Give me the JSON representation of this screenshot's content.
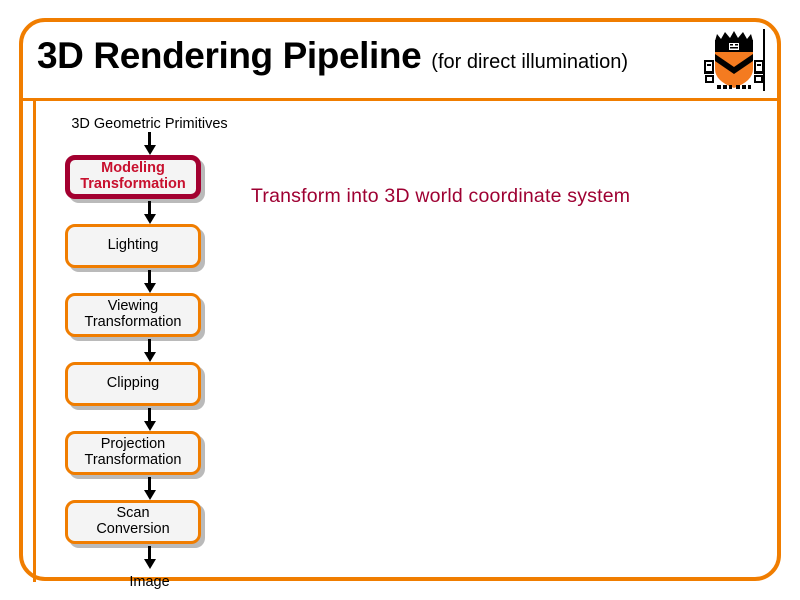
{
  "header": {
    "title": "3D Rendering Pipeline",
    "subtitle": "(for direct illumination)",
    "logo_name": "princeton-shield-logo",
    "accent_color": "#F07D00"
  },
  "pipeline": {
    "input_label": "3D Geometric Primitives",
    "output_label": "Image",
    "stages": [
      {
        "label": "Modeling\nTransformation",
        "highlighted": true
      },
      {
        "label": "Lighting",
        "highlighted": false
      },
      {
        "label": "Viewing\nTransformation",
        "highlighted": false
      },
      {
        "label": "Clipping",
        "highlighted": false
      },
      {
        "label": "Projection\nTransformation",
        "highlighted": false
      },
      {
        "label": "Scan\nConversion",
        "highlighted": false
      }
    ],
    "box_border_color": "#F07D00",
    "box_fill_color": "#F4F4F4",
    "highlight_border_color": "#A30030",
    "highlight_text_color": "#C8102E",
    "arrow_color": "#000000"
  },
  "annotation": {
    "text": "Transform into 3D world coordinate system",
    "color": "#9E0032"
  }
}
